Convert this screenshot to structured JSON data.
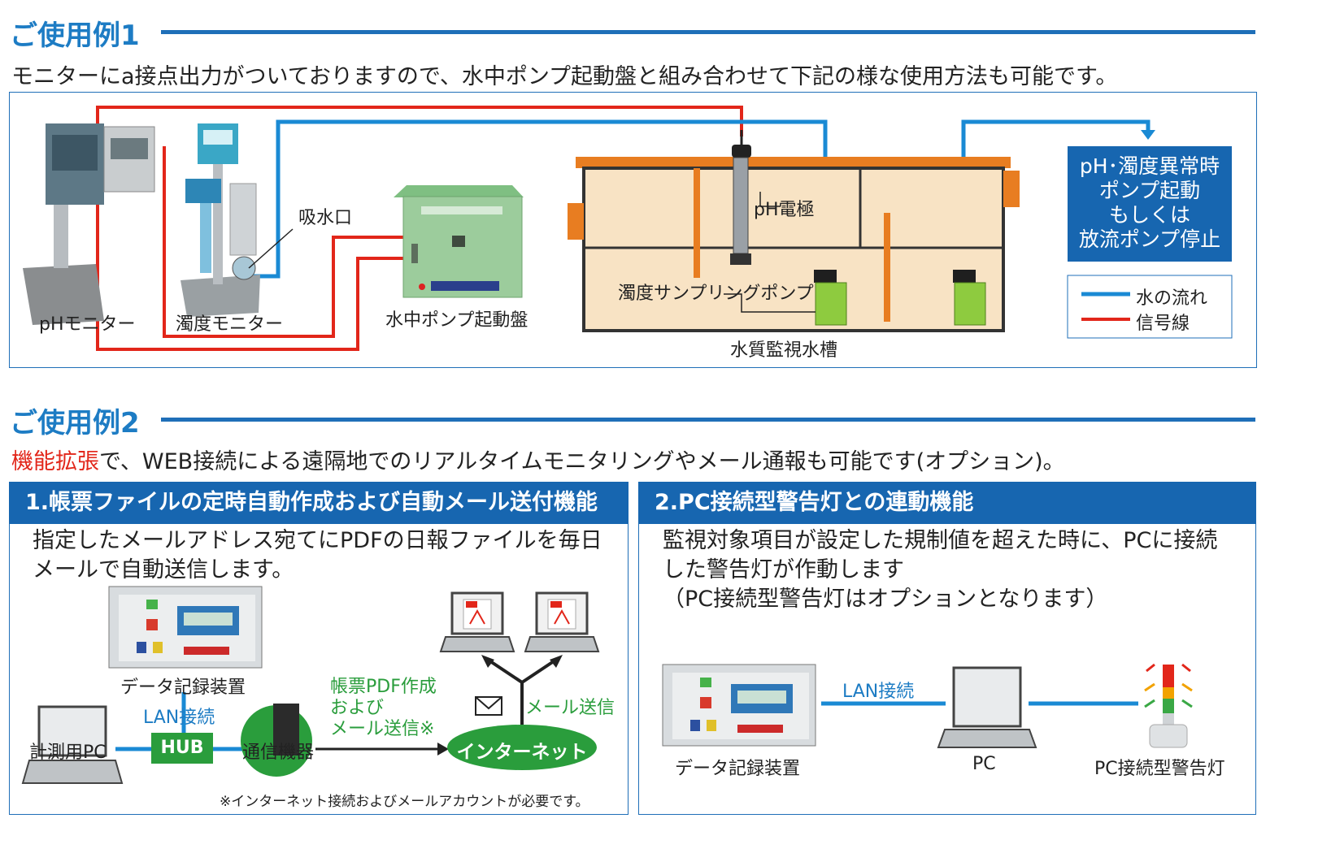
{
  "section1": {
    "title": "ご使用例1",
    "lead": "モニターにa接点出力がついておりますので、水中ポンプ起動盤と組み合わせて下記の様な使用方法も可能です。",
    "labels": {
      "ph_monitor": "pHモニター",
      "turbidity_monitor": "濁度モニター",
      "intake": "吸水口",
      "pump_panel": "水中ポンプ起動盤",
      "ph_electrode": "pH電極",
      "sampling_pump": "濁度サンプリングポンプ",
      "tank": "水質監視水槽"
    },
    "alert_box": [
      "pH･濁度異常時",
      "ポンプ起動",
      "もしくは",
      "放流ポンプ停止"
    ],
    "legend": {
      "water_flow": "水の流れ",
      "signal_line": "信号線"
    }
  },
  "section2": {
    "title": "ご使用例2",
    "lead_highlight": "機能拡張",
    "lead_rest": "で、WEB接続による遠隔地でのリアルタイムモニタリングやメール通報も可能です(オプション)。",
    "panel1": {
      "header": "1.帳票ファイルの定時自動作成および自動メール送付機能",
      "body": [
        "指定したメールアドレス宛てにPDFの日報ファイルを毎日",
        "メールで自動送信します。"
      ],
      "data_logger": "データ記録装置",
      "lan": "LAN接続",
      "pc": "計測用PC",
      "hub": "HUB",
      "comm": "通信機器",
      "pdf_note": [
        "帳票PDF作成",
        "および",
        "メール送信※"
      ],
      "internet": "インターネット",
      "mail_send": "メール送信",
      "footnote": "※インターネット接続およびメールアカウントが必要です。"
    },
    "panel2": {
      "header": "2.PC接続型警告灯との連動機能",
      "body": [
        "監視対象項目が設定した規制値を超えた時に、PCに接続",
        "した警告灯が作動します",
        "（PC接続型警告灯はオプションとなります）"
      ],
      "data_logger": "データ記録装置",
      "lan": "LAN接続",
      "pc": "PC",
      "warning_light": "PC接続型警告灯"
    }
  },
  "colors": {
    "accent": "#1d7cc4",
    "header": "#1766b0",
    "water": "#1a8ad4",
    "signal": "#e2261a",
    "green": "#2a9d3c"
  }
}
